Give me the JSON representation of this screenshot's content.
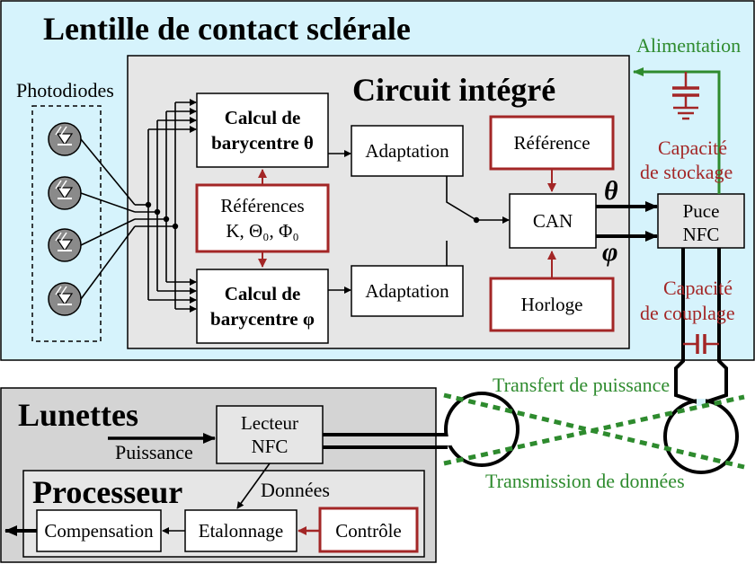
{
  "outer": {
    "title": "Lentille de contact sclérale"
  },
  "chip": {
    "title": "Circuit intégré"
  },
  "photodiodes": {
    "label": "Photodiodes"
  },
  "blocks": {
    "calc_theta": [
      "Calcul de",
      "barycentre θ"
    ],
    "calc_phi": [
      "Calcul de",
      "barycentre φ"
    ],
    "references": [
      "Références",
      "K, Θ₀, Φ₀"
    ],
    "adapt_top": "Adaptation",
    "adapt_bottom": "Adaptation",
    "reference": "Référence",
    "can": "CAN",
    "horloge": "Horloge",
    "puce_nfc": [
      "Puce",
      "NFC"
    ]
  },
  "signals": {
    "theta": "θ",
    "phi": "φ"
  },
  "power": {
    "alimentation": "Alimentation",
    "capacite_stockage": [
      "Capacité",
      "de stockage"
    ],
    "capacite_couplage": [
      "Capacité",
      "de couplage"
    ]
  },
  "link": {
    "transfert": "Transfert de puissance",
    "transmission": "Transmission de données"
  },
  "glasses": {
    "title": "Lunettes",
    "lecteur": [
      "Lecteur",
      "NFC"
    ],
    "puissance": "Puissance",
    "processeur": "Processeur",
    "donnees": "Données",
    "compensation": "Compensation",
    "etalonnage": "Etalonnage",
    "controle": "Contrôle"
  },
  "colors": {
    "lens_bg": "#d6f3fc",
    "chip_bg": "#e6e6e6",
    "glasses_bg": "#d4d4d4",
    "red": "#a32626",
    "green": "#2e8b2e",
    "diode_fill": "#8a8a8a"
  }
}
